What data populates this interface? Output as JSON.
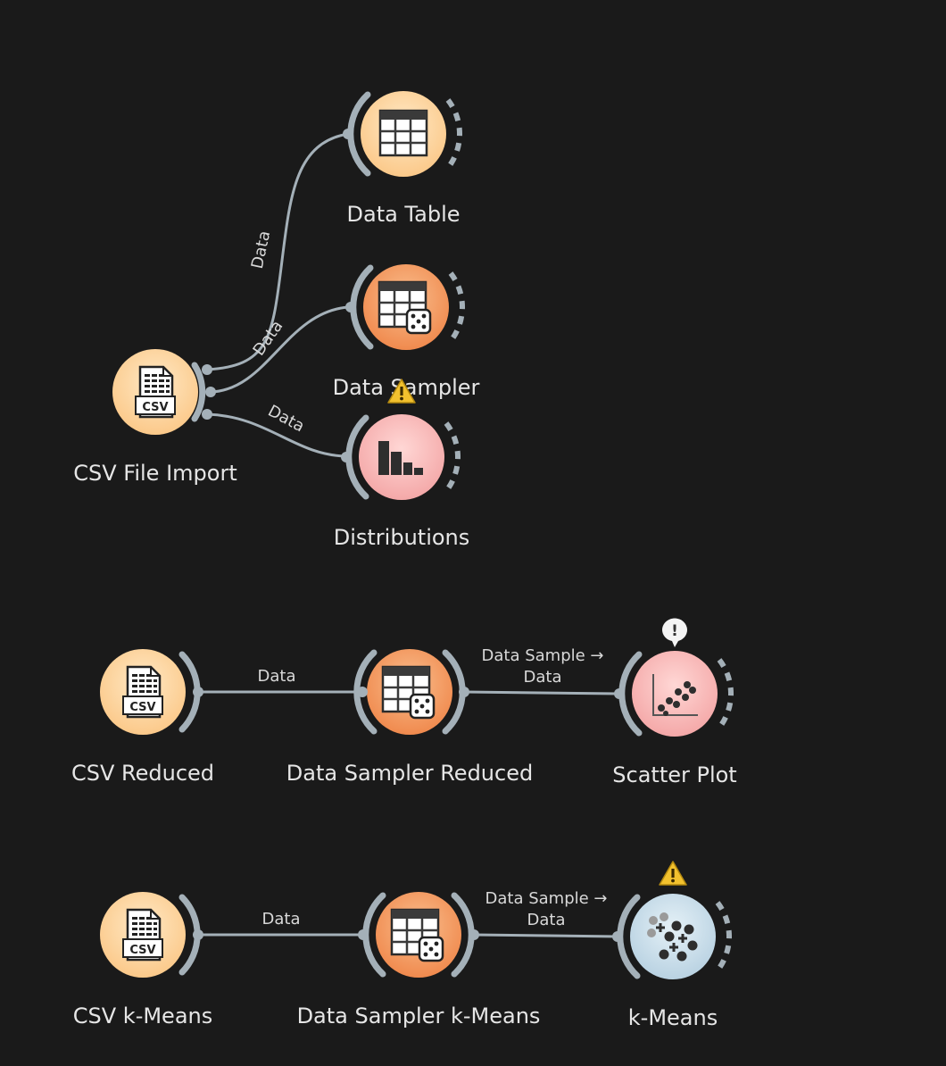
{
  "widgets": {
    "csv_file_import": "CSV File Import",
    "data_table": "Data Table",
    "data_sampler": "Data Sampler",
    "distributions": "Distributions",
    "csv_reduced": "CSV Reduced",
    "data_sampler_reduced": "Data Sampler Reduced",
    "scatter_plot": "Scatter Plot",
    "csv_kmeans": "CSV k-Means",
    "data_sampler_kmeans": "Data Sampler k-Means",
    "kmeans": "k-Means"
  },
  "links": {
    "import_to_table": "Data",
    "import_to_sampler": "Data",
    "import_to_distributions": "Data",
    "reduced_csv_to_sampler": "Data",
    "reduced_sampler_to_scatter_1": "Data Sample →",
    "reduced_sampler_to_scatter_2": "Data",
    "kmeans_csv_to_sampler": "Data",
    "kmeans_sampler_to_kmeans_1": "Data Sample →",
    "kmeans_sampler_to_kmeans_2": "Data"
  },
  "icons": {
    "csv_badge": "CSV",
    "warning_glyph": "!",
    "info_glyph": "!"
  },
  "colors": {
    "background": "#1a1a1a",
    "data_widget": "#fdd7a2",
    "transform_widget": "#f5a36b",
    "visualize_widget": "#f7b3b3",
    "unsupervised_widget": "#c9dde9",
    "link": "#a4b0b8",
    "warning": "#f2c12e"
  }
}
